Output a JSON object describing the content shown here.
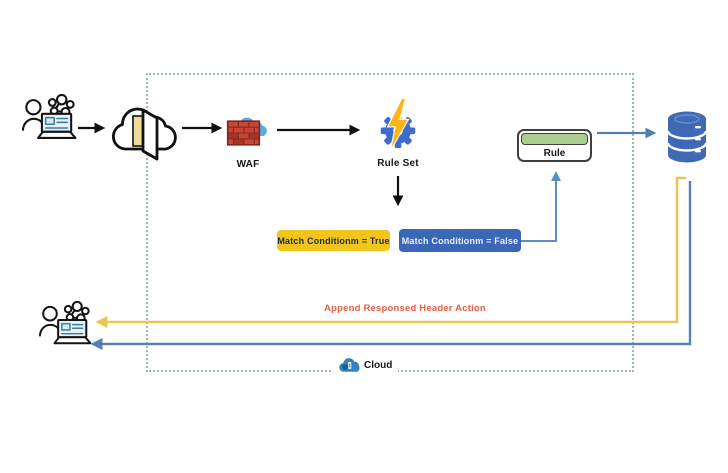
{
  "labels": {
    "waf": "WAF",
    "rule_set": "Rule Set",
    "rule": "Rule",
    "match_true": "Match Conditionm = True",
    "match_false": "Match Conditionm = False",
    "append_action": "Append Responsed Header Action",
    "cloud": "Cloud"
  },
  "colors": {
    "match_true_bg": "#F2C41C",
    "match_false_bg": "#3A67B8",
    "rule_green": "#A9D08E",
    "database_blue": "#3F68B5",
    "gear_blue": "#3E6BD0",
    "bolt_yellow": "#FDB515",
    "waf_cloud_blue": "#58ABDB",
    "brick_red": "#C74634",
    "append_text_color": "#E0604A",
    "arrow_yellow": "#E9C553",
    "arrow_blue": "#5580B0",
    "arrow_black": "#111111",
    "boundary_dash": "#9DB6B6"
  },
  "icons": [
    "users-icon",
    "cloud-door-icon",
    "waf-icon",
    "gear-bolt-icon",
    "database-icon",
    "cloud-logo-icon"
  ]
}
